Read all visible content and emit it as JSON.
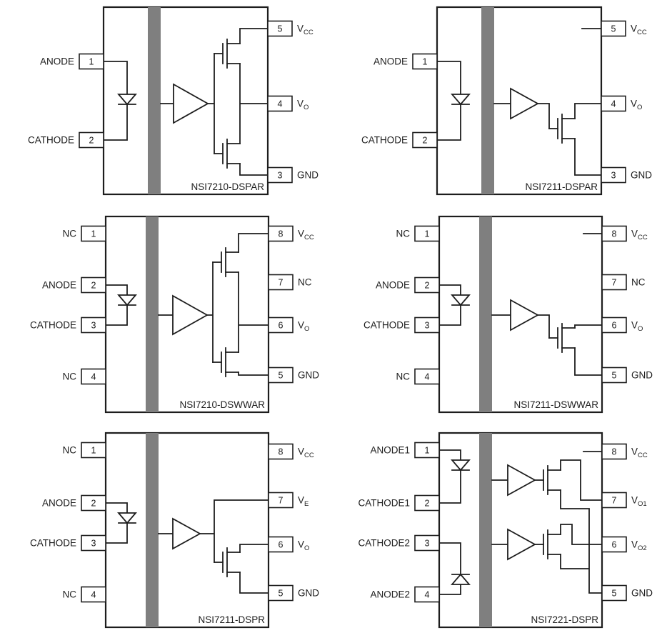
{
  "page": {
    "background": "#ffffff",
    "ink_color": "#1d1d1d",
    "isolation_bar_color": "#7f7f7f"
  },
  "diagrams": [
    {
      "part_number": "NSI7210-DSPAR",
      "circuit": "LED input, isolation barrier, buffer with push-pull MOSFET output",
      "pins_left": [
        {
          "num": "1",
          "label": "ANODE"
        },
        {
          "num": "2",
          "label": "CATHODE"
        }
      ],
      "pins_right": [
        {
          "num": "5",
          "label": "V",
          "sub": "CC"
        },
        {
          "num": "4",
          "label": "V",
          "sub": "O"
        },
        {
          "num": "3",
          "label": "GND",
          "sub": ""
        }
      ]
    },
    {
      "part_number": "NSI7211-DSPAR",
      "circuit": "LED input, isolation barrier, buffer with open-drain MOSFET output",
      "pins_left": [
        {
          "num": "1",
          "label": "ANODE"
        },
        {
          "num": "2",
          "label": "CATHODE"
        }
      ],
      "pins_right": [
        {
          "num": "5",
          "label": "V",
          "sub": "CC"
        },
        {
          "num": "4",
          "label": "V",
          "sub": "O"
        },
        {
          "num": "3",
          "label": "GND",
          "sub": ""
        }
      ]
    },
    {
      "part_number": "NSI7210-DSWWAR",
      "circuit": "LED input, isolation barrier, buffer with push-pull MOSFET output",
      "pins_left": [
        {
          "num": "1",
          "label": "NC"
        },
        {
          "num": "2",
          "label": "ANODE"
        },
        {
          "num": "3",
          "label": "CATHODE"
        },
        {
          "num": "4",
          "label": "NC"
        }
      ],
      "pins_right": [
        {
          "num": "8",
          "label": "V",
          "sub": "CC"
        },
        {
          "num": "7",
          "label": "NC",
          "sub": ""
        },
        {
          "num": "6",
          "label": "V",
          "sub": "O"
        },
        {
          "num": "5",
          "label": "GND",
          "sub": ""
        }
      ]
    },
    {
      "part_number": "NSI7211-DSWWAR",
      "circuit": "LED input, isolation barrier, buffer with open-drain MOSFET output",
      "pins_left": [
        {
          "num": "1",
          "label": "NC"
        },
        {
          "num": "2",
          "label": "ANODE"
        },
        {
          "num": "3",
          "label": "CATHODE"
        },
        {
          "num": "4",
          "label": "NC"
        }
      ],
      "pins_right": [
        {
          "num": "8",
          "label": "V",
          "sub": "CC"
        },
        {
          "num": "7",
          "label": "NC",
          "sub": ""
        },
        {
          "num": "6",
          "label": "V",
          "sub": "O"
        },
        {
          "num": "5",
          "label": "GND",
          "sub": ""
        }
      ]
    },
    {
      "part_number": "NSI7211-DSPR",
      "circuit": "LED input, isolation barrier, buffer with open-drain MOSFET output and VE pin",
      "pins_left": [
        {
          "num": "1",
          "label": "NC"
        },
        {
          "num": "2",
          "label": "ANODE"
        },
        {
          "num": "3",
          "label": "CATHODE"
        },
        {
          "num": "4",
          "label": "NC"
        }
      ],
      "pins_right": [
        {
          "num": "8",
          "label": "V",
          "sub": "CC"
        },
        {
          "num": "7",
          "label": "V",
          "sub": "E"
        },
        {
          "num": "6",
          "label": "V",
          "sub": "O"
        },
        {
          "num": "5",
          "label": "GND",
          "sub": ""
        }
      ]
    },
    {
      "part_number": "NSI7221-DSPR",
      "circuit": "Dual channel: two LED inputs, isolation barrier, two buffers with MOSFET outputs",
      "pins_left": [
        {
          "num": "1",
          "label": "ANODE1"
        },
        {
          "num": "2",
          "label": "CATHODE1"
        },
        {
          "num": "3",
          "label": "CATHODE2"
        },
        {
          "num": "4",
          "label": "ANODE2"
        }
      ],
      "pins_right": [
        {
          "num": "8",
          "label": "V",
          "sub": "CC"
        },
        {
          "num": "7",
          "label": "V",
          "sub": "O1"
        },
        {
          "num": "6",
          "label": "V",
          "sub": "O2"
        },
        {
          "num": "5",
          "label": "GND",
          "sub": ""
        }
      ]
    }
  ]
}
